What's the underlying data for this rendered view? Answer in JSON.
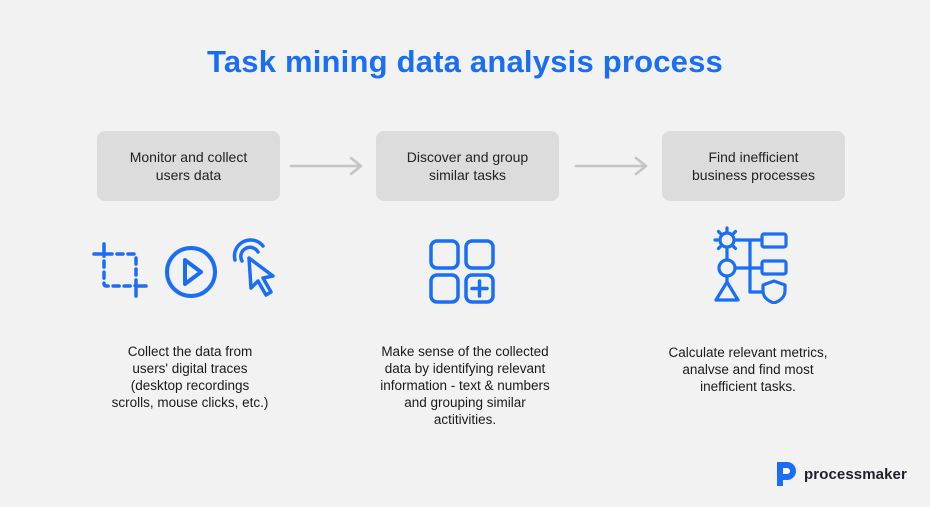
{
  "title": "Task mining data analysis process",
  "colors": {
    "accent": "#1a6ef5",
    "box": "#dcdcdc",
    "arrow": "#c4c4c4",
    "background": "#f2f2f2"
  },
  "steps": [
    {
      "label": "Monitor and collect\nusers data"
    },
    {
      "label": "Discover and group\nsimilar tasks"
    },
    {
      "label": "Find inefficient\nbusiness processes"
    }
  ],
  "descriptions": [
    "Collect the data from\nusers' digital traces\n(desktop recordings\nscrolls, mouse clicks, etc.)",
    "Make sense of the collected\ndata by identifying relevant\ninformation - text & numbers\nand grouping similar\nactitivities.",
    "Calculate relevant metrics,\nanalvse and find most\ninefficient tasks."
  ],
  "icons": [
    "crop-icon",
    "play-icon",
    "cursor-click-icon",
    "grid-add-icon",
    "process-flow-icon"
  ],
  "logo": {
    "text": "processmaker"
  }
}
